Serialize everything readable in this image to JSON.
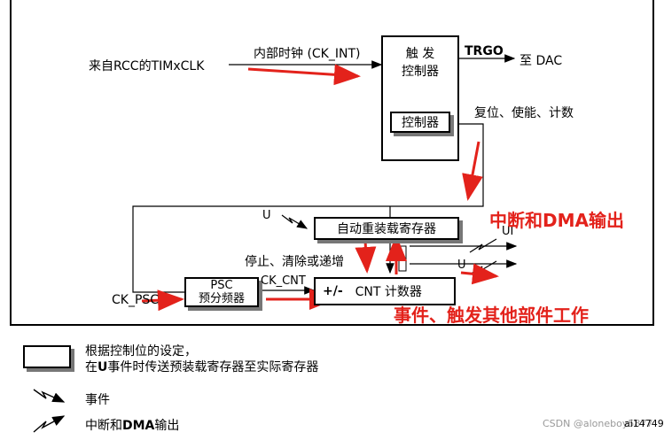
{
  "diagram": {
    "source_label": "来自RCC的TIMxCLK",
    "internal_clock_label": "内部时钟 (CK_INT)",
    "trigger_controller_title": [
      "触 发",
      "控制器"
    ],
    "controller_label": "控制器",
    "trgo_label": "TRGO",
    "dac_label": "至 DAC",
    "reset_label": "复位、使能、计数",
    "u_event_label": "U",
    "auto_reload_label": "自动重装载寄存器",
    "ui_label": "UI",
    "u_out_label": "U",
    "stop_clear_label": "停止、清除或递增",
    "psc_label": "PSC",
    "prescaler_label": "预分频器",
    "ck_psc_label": "CK_PSC",
    "ck_cnt_label": "CK_CNT",
    "counter_prefix": "+/-",
    "counter_label": "CNT 计数器",
    "annotation_interrupt_dma": "中断和DMA输出",
    "annotation_events": "事件、触发其他部件工作"
  },
  "legend": {
    "shadow_desc_line1": "根据控制位的设定，",
    "shadow_desc_line2_prefix": "在",
    "shadow_desc_line2_bold": "U",
    "shadow_desc_line2_rest": "事件时传送预装载寄存器至实际寄存器",
    "event_label": "事件",
    "interrupt_prefix": "中断和",
    "interrupt_bold": "DMA",
    "interrupt_suffix": "输出"
  },
  "footer": {
    "watermark": "CSDN @aloneboy5877",
    "figure_id": "ai14749"
  },
  "colors": {
    "annotation_red": "#e3221b",
    "shadow": "#777777"
  }
}
